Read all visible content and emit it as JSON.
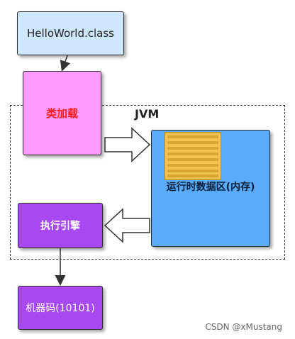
{
  "nodes": {
    "source": "HelloWorld.class",
    "classloader": "类加载",
    "runtime": "运行时数据区(内存)",
    "engine": "执行引擎",
    "machine": "机器码(10101)"
  },
  "jvm_label": "JVM",
  "watermark": "CSDN @xMustang",
  "colors": {
    "source_fill": "#cfe7fc",
    "classloader_fill": "#ff9cff",
    "classloader_text": "#ff1a1a",
    "runtime_fill": "#5aabfa",
    "engine_fill": "#a748f2",
    "machine_fill": "#a748f2"
  }
}
